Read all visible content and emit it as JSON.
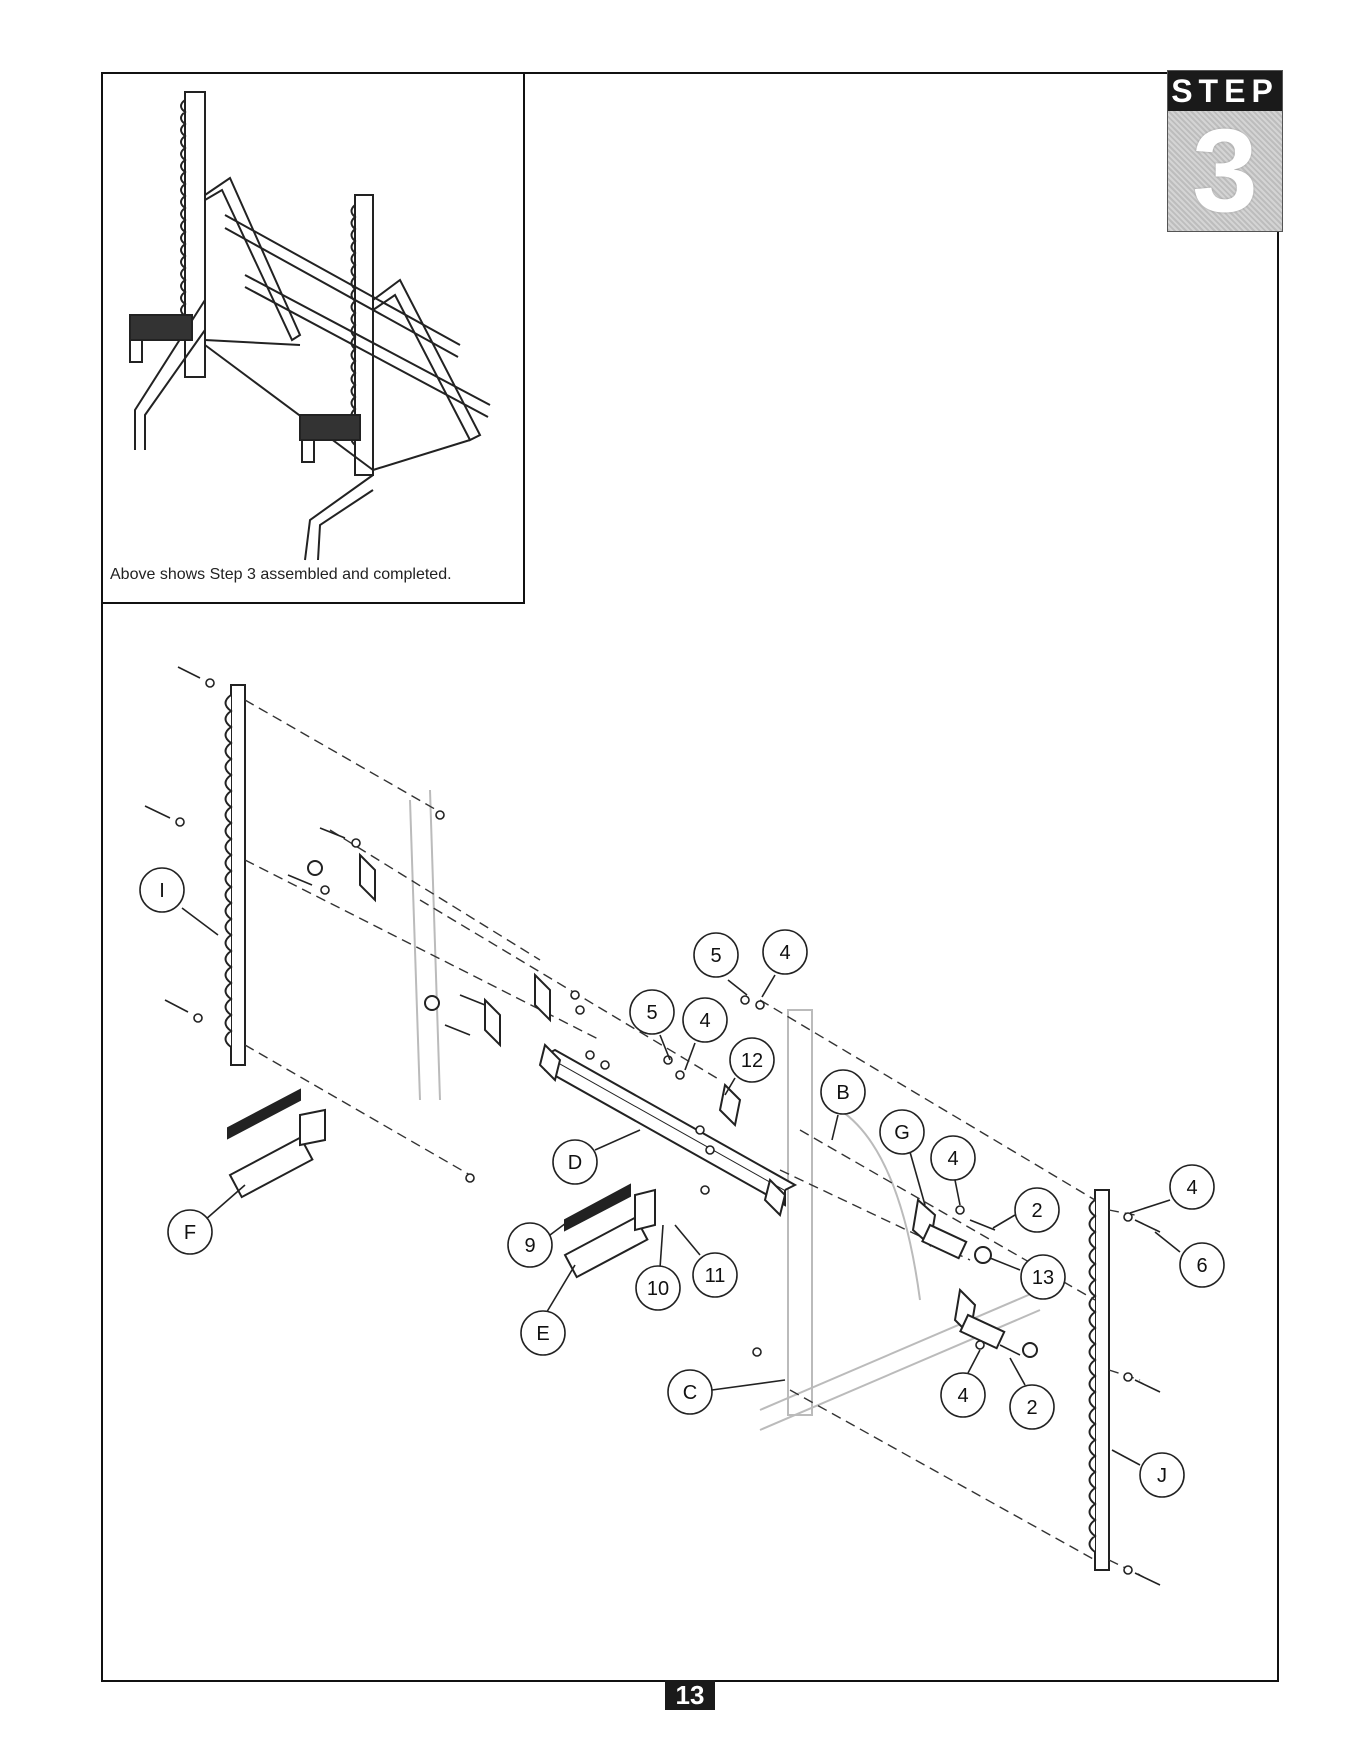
{
  "step": {
    "label": "STEP",
    "number": "3"
  },
  "inset": {
    "caption": "Above shows Step 3 assembled and completed."
  },
  "page_number": "13",
  "callouts": [
    {
      "id": "I"
    },
    {
      "id": "F"
    },
    {
      "id": "D"
    },
    {
      "id": "9"
    },
    {
      "id": "E"
    },
    {
      "id": "10"
    },
    {
      "id": "11"
    },
    {
      "id": "5"
    },
    {
      "id": "4"
    },
    {
      "id": "5"
    },
    {
      "id": "4"
    },
    {
      "id": "12"
    },
    {
      "id": "B"
    },
    {
      "id": "G"
    },
    {
      "id": "4"
    },
    {
      "id": "2"
    },
    {
      "id": "13"
    },
    {
      "id": "4"
    },
    {
      "id": "6"
    },
    {
      "id": "C"
    },
    {
      "id": "4"
    },
    {
      "id": "2"
    },
    {
      "id": "J"
    }
  ]
}
